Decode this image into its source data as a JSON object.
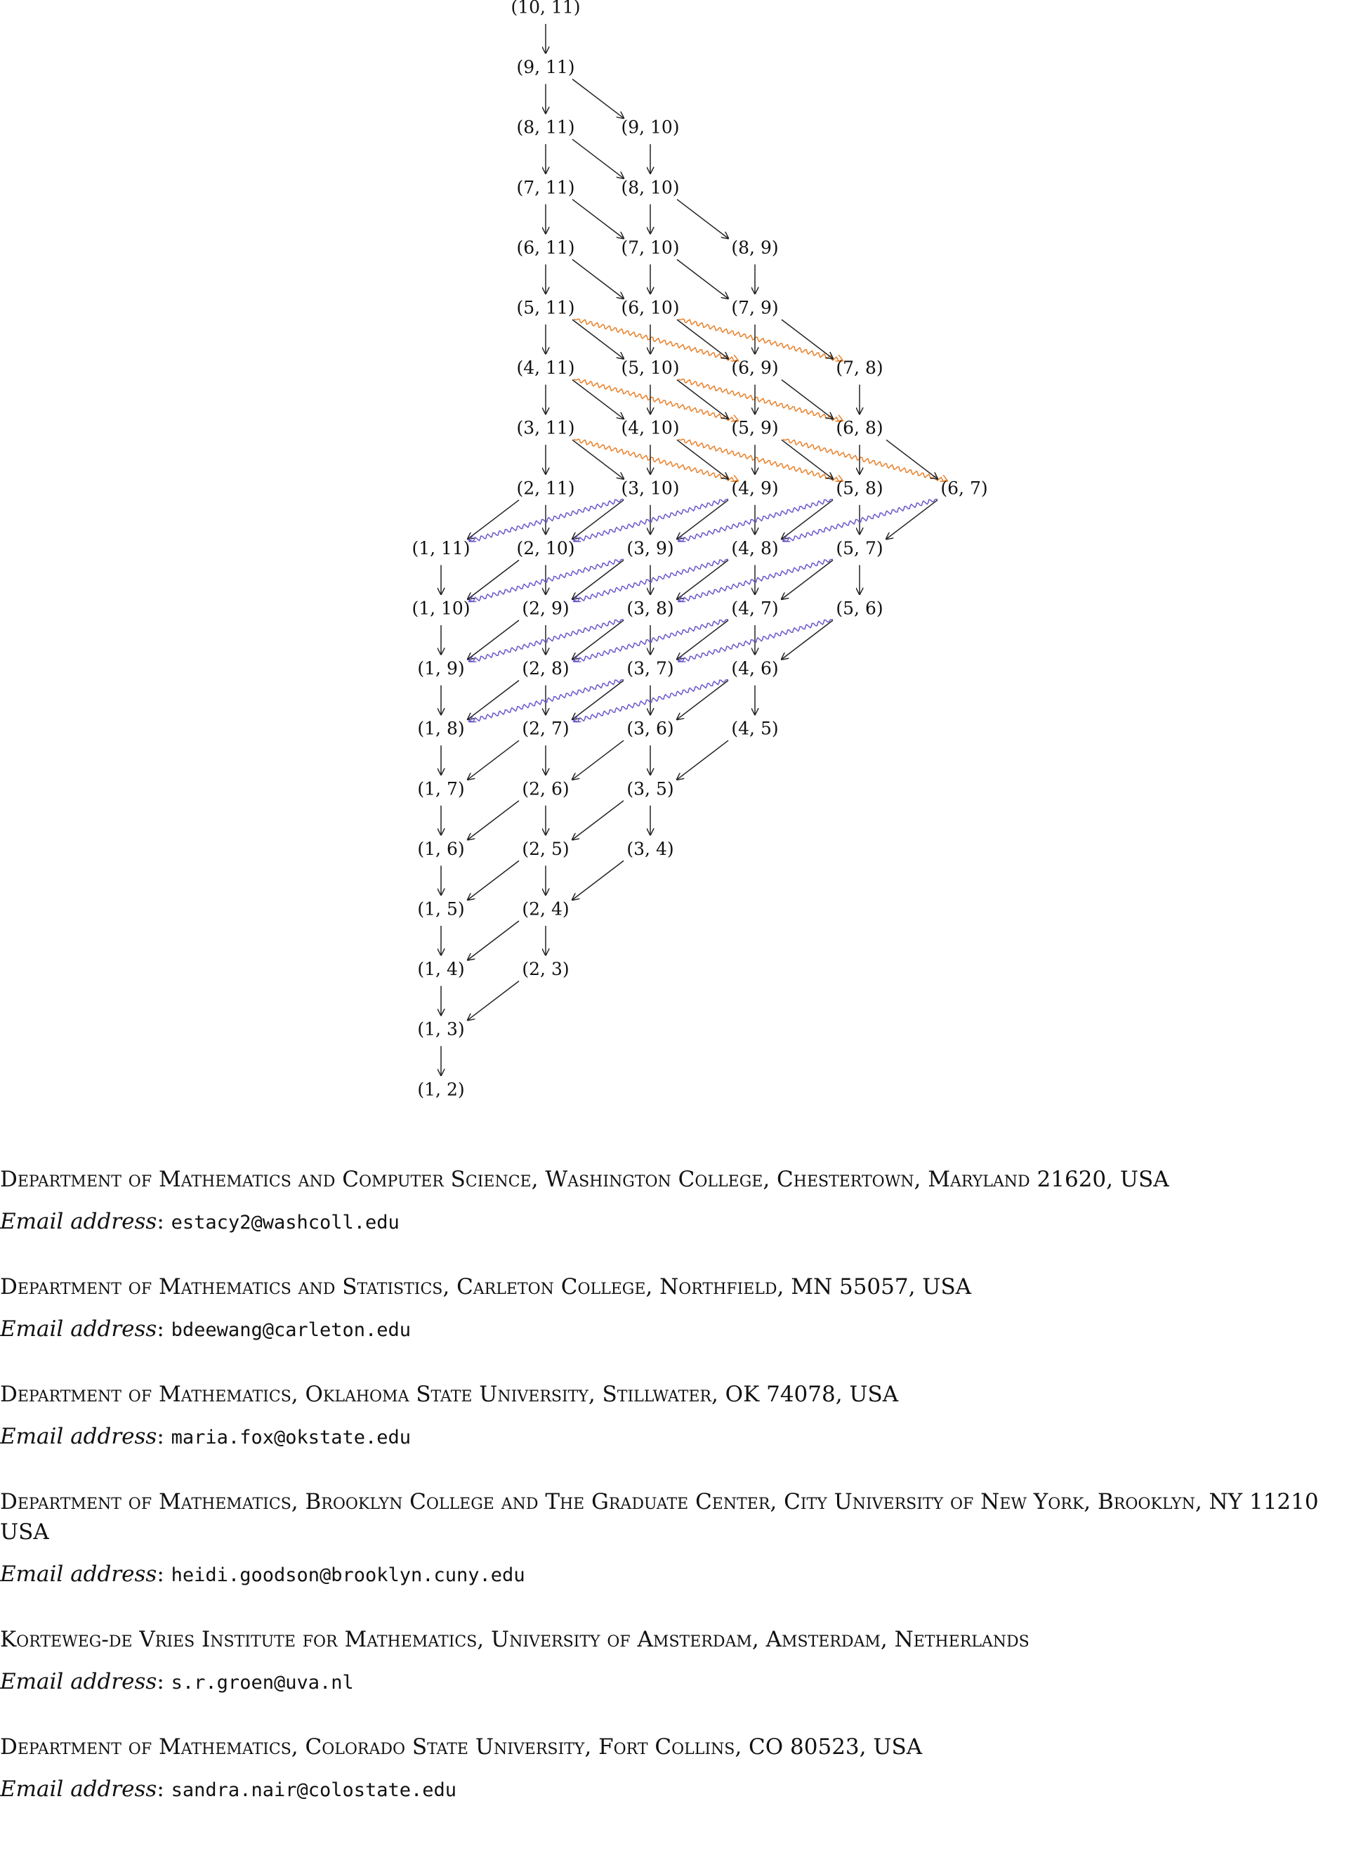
{
  "diagram": {
    "nodes": [
      {
        "label": "(10, 11)",
        "col": 0,
        "row": 0
      },
      {
        "label": "(9, 11)",
        "col": 0,
        "row": 1
      },
      {
        "label": "(8, 11)",
        "col": 0,
        "row": 2
      },
      {
        "label": "(9, 10)",
        "col": 1,
        "row": 2
      },
      {
        "label": "(7, 11)",
        "col": 0,
        "row": 3
      },
      {
        "label": "(8, 10)",
        "col": 1,
        "row": 3
      },
      {
        "label": "(6, 11)",
        "col": 0,
        "row": 4
      },
      {
        "label": "(7, 10)",
        "col": 1,
        "row": 4
      },
      {
        "label": "(8, 9)",
        "col": 2,
        "row": 4
      },
      {
        "label": "(5, 11)",
        "col": 0,
        "row": 5
      },
      {
        "label": "(6, 10)",
        "col": 1,
        "row": 5
      },
      {
        "label": "(7, 9)",
        "col": 2,
        "row": 5
      },
      {
        "label": "(4, 11)",
        "col": 0,
        "row": 6
      },
      {
        "label": "(5, 10)",
        "col": 1,
        "row": 6
      },
      {
        "label": "(6, 9)",
        "col": 2,
        "row": 6
      },
      {
        "label": "(7, 8)",
        "col": 3,
        "row": 6
      },
      {
        "label": "(3, 11)",
        "col": 0,
        "row": 7
      },
      {
        "label": "(4, 10)",
        "col": 1,
        "row": 7
      },
      {
        "label": "(5, 9)",
        "col": 2,
        "row": 7
      },
      {
        "label": "(6, 8)",
        "col": 3,
        "row": 7
      },
      {
        "label": "(2, 11)",
        "col": 0,
        "row": 8
      },
      {
        "label": "(3, 10)",
        "col": 1,
        "row": 8
      },
      {
        "label": "(4, 9)",
        "col": 2,
        "row": 8
      },
      {
        "label": "(5, 8)",
        "col": 3,
        "row": 8
      },
      {
        "label": "(6, 7)",
        "col": 4,
        "row": 8
      },
      {
        "label": "(1, 11)",
        "col": -1,
        "row": 9
      },
      {
        "label": "(2, 10)",
        "col": 0,
        "row": 9
      },
      {
        "label": "(3, 9)",
        "col": 1,
        "row": 9
      },
      {
        "label": "(4, 8)",
        "col": 2,
        "row": 9
      },
      {
        "label": "(5, 7)",
        "col": 3,
        "row": 9
      },
      {
        "label": "(1, 10)",
        "col": -1,
        "row": 10
      },
      {
        "label": "(2, 9)",
        "col": 0,
        "row": 10
      },
      {
        "label": "(3, 8)",
        "col": 1,
        "row": 10
      },
      {
        "label": "(4, 7)",
        "col": 2,
        "row": 10
      },
      {
        "label": "(5, 6)",
        "col": 3,
        "row": 10
      },
      {
        "label": "(1, 9)",
        "col": -1,
        "row": 11
      },
      {
        "label": "(2, 8)",
        "col": 0,
        "row": 11
      },
      {
        "label": "(3, 7)",
        "col": 1,
        "row": 11
      },
      {
        "label": "(4, 6)",
        "col": 2,
        "row": 11
      },
      {
        "label": "(1, 8)",
        "col": -1,
        "row": 12
      },
      {
        "label": "(2, 7)",
        "col": 0,
        "row": 12
      },
      {
        "label": "(3, 6)",
        "col": 1,
        "row": 12
      },
      {
        "label": "(4, 5)",
        "col": 2,
        "row": 12
      },
      {
        "label": "(1, 7)",
        "col": -1,
        "row": 13
      },
      {
        "label": "(2, 6)",
        "col": 0,
        "row": 13
      },
      {
        "label": "(3, 5)",
        "col": 1,
        "row": 13
      },
      {
        "label": "(1, 6)",
        "col": -1,
        "row": 14
      },
      {
        "label": "(2, 5)",
        "col": 0,
        "row": 14
      },
      {
        "label": "(3, 4)",
        "col": 1,
        "row": 14
      },
      {
        "label": "(1, 5)",
        "col": -1,
        "row": 15
      },
      {
        "label": "(2, 4)",
        "col": 0,
        "row": 15
      },
      {
        "label": "(1, 4)",
        "col": -1,
        "row": 16
      },
      {
        "label": "(2, 3)",
        "col": 0,
        "row": 16
      },
      {
        "label": "(1, 3)",
        "col": -1,
        "row": 17
      },
      {
        "label": "(1, 2)",
        "col": -1,
        "row": 18
      }
    ],
    "colors": {
      "arrow": "#222222",
      "orange": "#e8802a",
      "purple": "#6a5acd"
    }
  },
  "addresses": [
    {
      "affiliation": "Department of Mathematics and Computer Science, Washington College, Chestertown, Maryland 21620, USA",
      "email_label": "Email address",
      "email": "estacy2@washcoll.edu"
    },
    {
      "affiliation": "Department of Mathematics and Statistics, Carleton College, Northfield, MN 55057, USA",
      "email_label": "Email address",
      "email": "bdeewang@carleton.edu"
    },
    {
      "affiliation": "Department of Mathematics, Oklahoma State University, Stillwater, OK 74078, USA",
      "email_label": "Email address",
      "email": "maria.fox@okstate.edu"
    },
    {
      "affiliation": "Department of Mathematics, Brooklyn College and The Graduate Center, City University of New York, Brooklyn, NY 11210 USA",
      "email_label": "Email address",
      "email": "heidi.goodson@brooklyn.cuny.edu"
    },
    {
      "affiliation": "Korteweg-de Vries Institute for Mathematics, University of Amsterdam, Amsterdam, Netherlands",
      "email_label": "Email address",
      "email": "s.r.groen@uva.nl"
    },
    {
      "affiliation": "Department of Mathematics, Colorado State University, Fort Collins, CO 80523, USA",
      "email_label": "Email address",
      "email": "sandra.nair@colostate.edu"
    }
  ]
}
